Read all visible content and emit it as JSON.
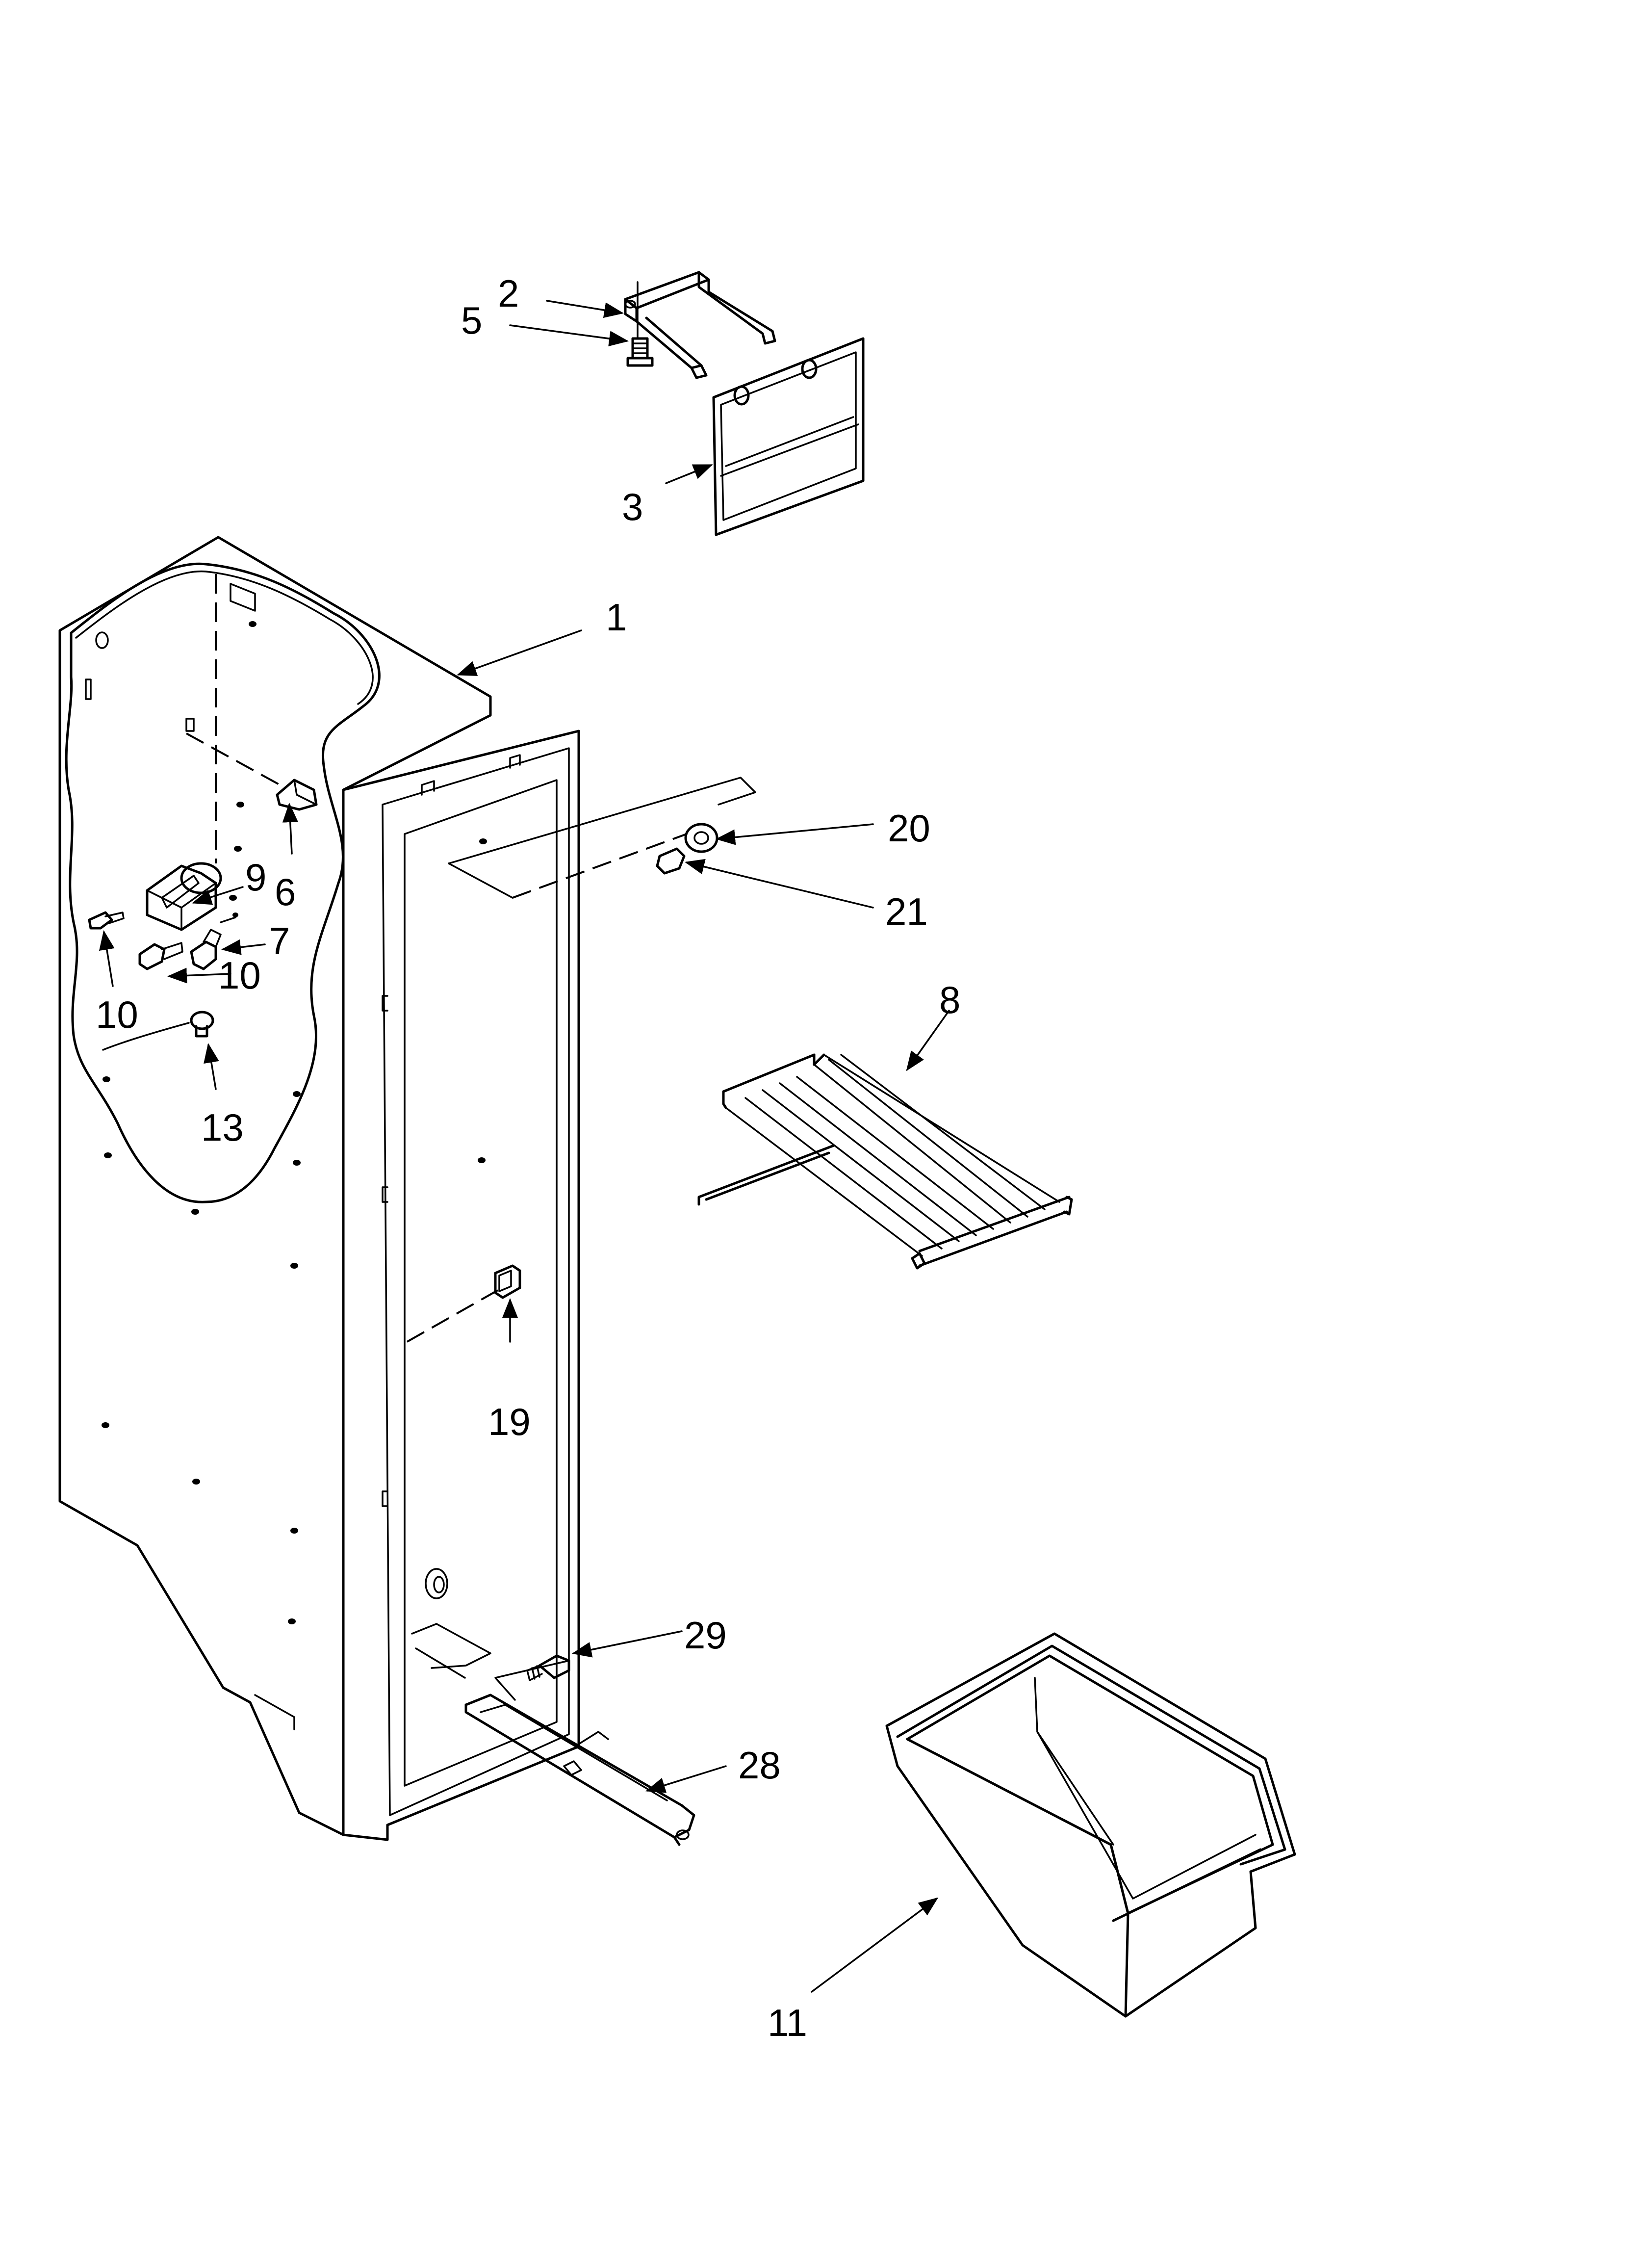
{
  "callouts": [
    {
      "id": "1",
      "text": "1"
    },
    {
      "id": "2",
      "text": "2"
    },
    {
      "id": "3",
      "text": "3"
    },
    {
      "id": "5",
      "text": "5"
    },
    {
      "id": "6",
      "text": "6"
    },
    {
      "id": "7",
      "text": "7"
    },
    {
      "id": "8",
      "text": "8"
    },
    {
      "id": "9",
      "text": "9"
    },
    {
      "id": "10a",
      "text": "10"
    },
    {
      "id": "10b",
      "text": "10"
    },
    {
      "id": "11",
      "text": "11"
    },
    {
      "id": "13",
      "text": "13"
    },
    {
      "id": "19",
      "text": "19"
    },
    {
      "id": "20",
      "text": "20"
    },
    {
      "id": "21",
      "text": "21"
    },
    {
      "id": "28",
      "text": "28"
    },
    {
      "id": "29",
      "text": "29"
    }
  ]
}
